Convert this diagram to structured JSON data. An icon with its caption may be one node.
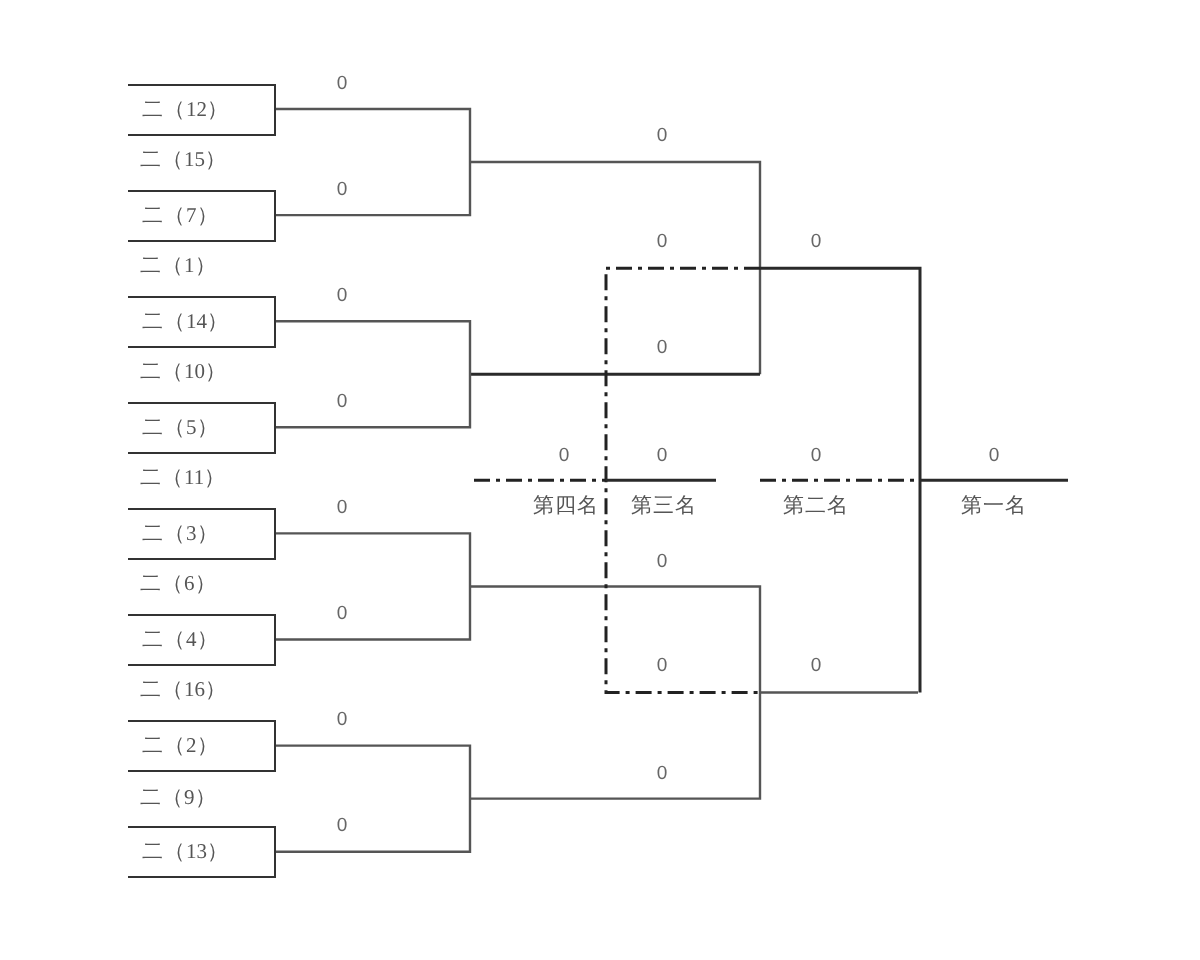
{
  "diagram": {
    "nodes": [
      {
        "text": [
          "二（12）"
        ]
      },
      {
        "text": [
          "二（7）"
        ]
      },
      {
        "text": [
          "二（14）"
        ]
      },
      {
        "text": [
          "二（5）"
        ]
      },
      {
        "text": [
          "二（3）"
        ]
      },
      {
        "text": [
          "二（4）"
        ]
      },
      {
        "text": [
          "二（2）"
        ]
      },
      {
        "text": [
          "二（13）"
        ]
      }
    ],
    "edges": [
      {
        "from": 0,
        "to": 1,
        "arrow": "none"
      },
      {
        "from": 2,
        "to": 3,
        "arrow": "none"
      },
      {
        "from": 4,
        "to": 5,
        "arrow": "none"
      },
      {
        "from": 6,
        "to": 7,
        "arrow": "none"
      }
    ],
    "labels": [
      "0",
      "0",
      "二（15）",
      "0",
      "0",
      "0",
      "二（1）",
      "0",
      "0",
      "二（10）",
      "0",
      "0",
      "0",
      "0",
      "0",
      "二（11）",
      "0",
      "第四名",
      "第三名",
      "第二名",
      "第一名",
      "0",
      "二（6）",
      "0",
      "0",
      "0",
      "二（16）",
      "0",
      "0",
      "二（9）",
      "0"
    ]
  }
}
